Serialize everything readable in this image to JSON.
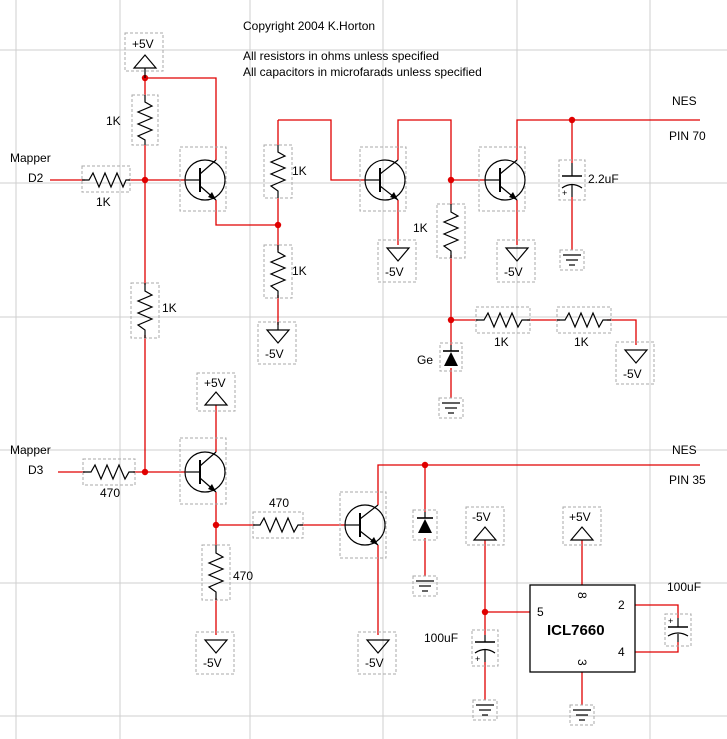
{
  "notes": {
    "copyright": "Copyright 2004 K.Horton",
    "note_resistors": "All resistors in ohms unless specified",
    "note_capacitors": "All capacitors in microfarads unless specified"
  },
  "labels": {
    "mapper_d2_a": "Mapper",
    "mapper_d2_b": "D2",
    "mapper_d3_a": "Mapper",
    "mapper_d3_b": "D3",
    "nes_top_a": "NES",
    "nes_top_b": "PIN 70",
    "nes_bot_a": "NES",
    "nes_bot_b": "PIN 35"
  },
  "supplies": {
    "p5_top": "+5V",
    "p5_mid": "+5V",
    "p5_neg": "-5V",
    "p5_ic": "+5V",
    "m5_a": "-5V",
    "m5_b": "-5V",
    "m5_c": "-5V",
    "m5_d": "-5V",
    "m5_e": "-5V",
    "m5_f": "-5V"
  },
  "components": {
    "r_1k_top": "1K",
    "r_1k_d2": "1K",
    "r_1k_mid_a": "1K",
    "r_1k_mid_b": "1K",
    "r_1k_vert": "1K",
    "r_1k_right": "1K",
    "r_1k_h1": "1K",
    "r_1k_h2": "1K",
    "r_470_d3": "470",
    "r_470_h": "470",
    "r_470_v": "470",
    "cap_22": "2.2uF",
    "diode_ge": "Ge",
    "cap_100_a": "100uF",
    "cap_100_b": "100uF",
    "ic_name": "ICL7660",
    "ic_pin8": "8",
    "ic_pin5": "5",
    "ic_pin2": "2",
    "ic_pin4": "4",
    "ic_pin3": "3"
  }
}
